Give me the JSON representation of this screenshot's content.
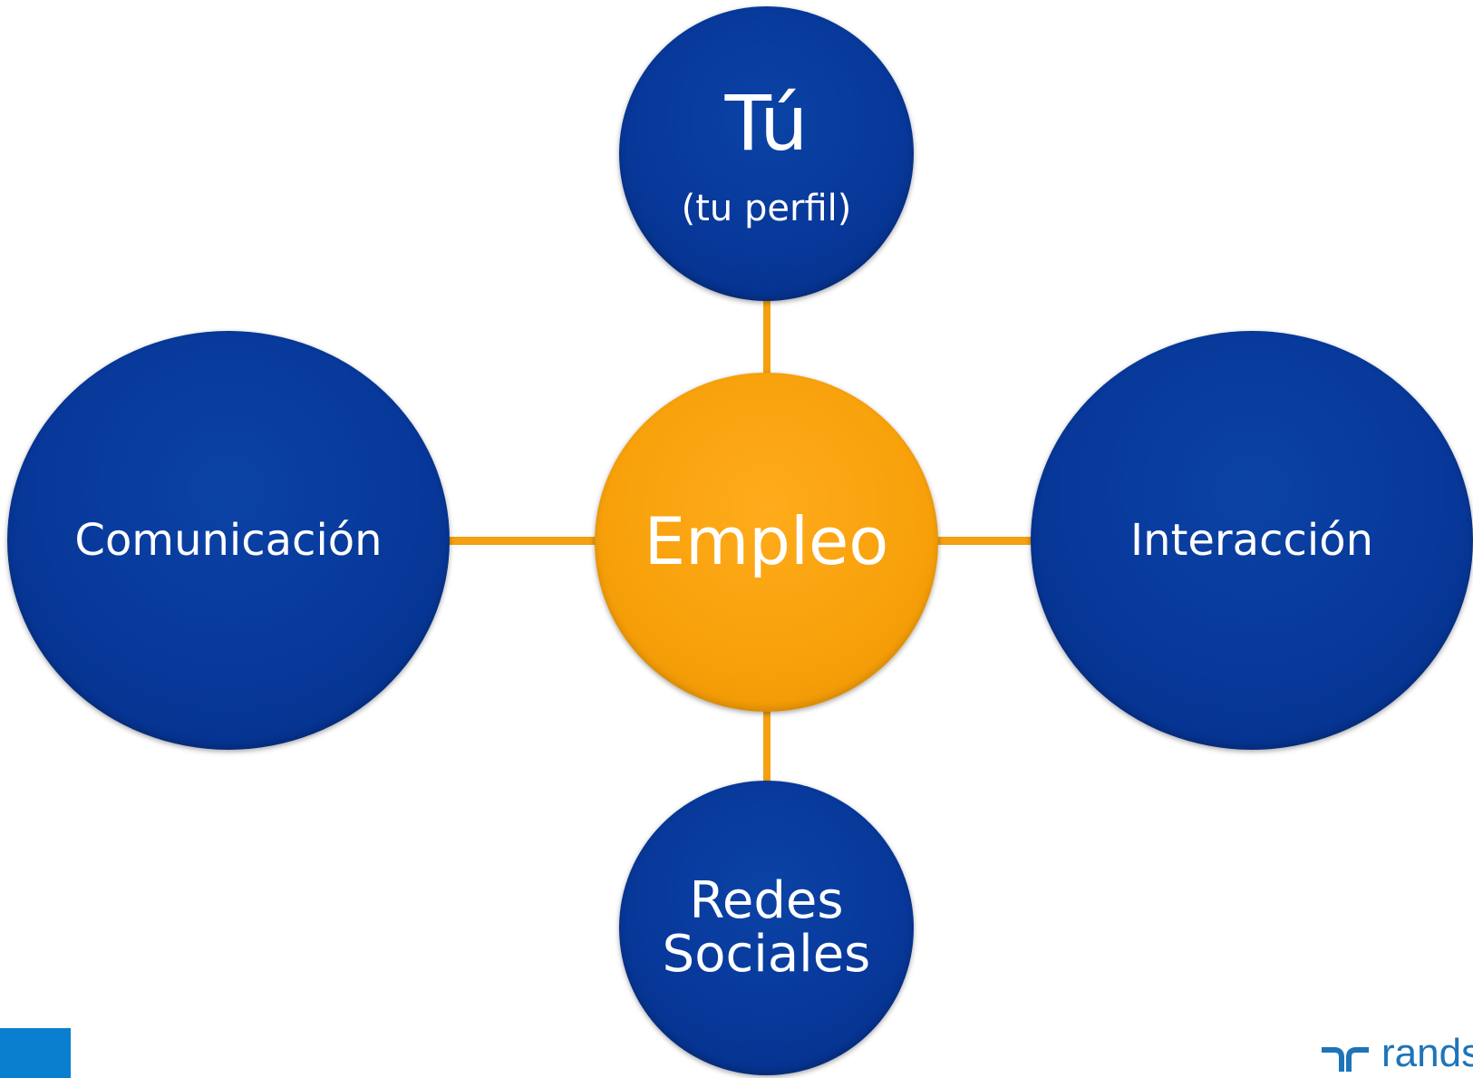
{
  "center": {
    "label": "Empleo"
  },
  "nodes": {
    "top": {
      "title": "Tú",
      "subtitle": "(tu perfil)"
    },
    "left": {
      "label": "Comunicación"
    },
    "right": {
      "label": "Interacción"
    },
    "bottom": {
      "line1": "Redes",
      "line2": "Sociales"
    }
  },
  "logo": {
    "text": "randstad"
  },
  "colors": {
    "node_blue": "#07389a",
    "center_orange": "#f7a00a",
    "connector": "#f4a010",
    "corner_square": "#0a7fd0",
    "logo": "#1e74b8"
  }
}
